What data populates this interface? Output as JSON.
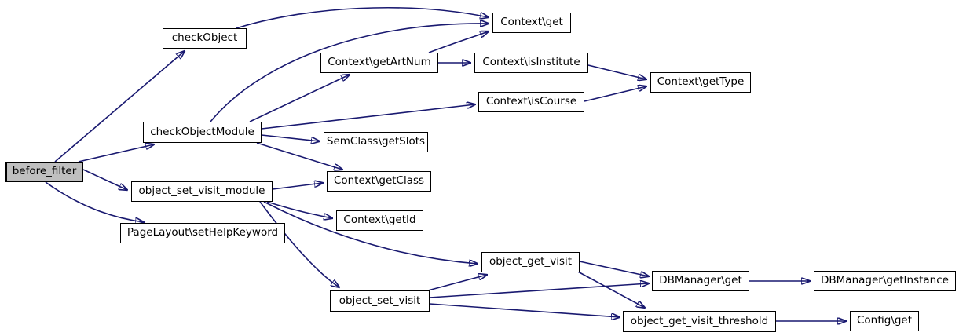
{
  "diagram": {
    "kind": "function-call-graph",
    "background_color": "#ffffff",
    "edge_color": "#191970",
    "node_fill_color": "#ffffff",
    "node_border_color": "#000000",
    "root_node_fill_color": "#bfbfbf"
  },
  "nodes": {
    "before_filter": {
      "label": "before_filter",
      "root": true
    },
    "checkObject": {
      "label": "checkObject"
    },
    "checkObjectModule": {
      "label": "checkObjectModule"
    },
    "object_set_visit_module": {
      "label": "object_set_visit_module"
    },
    "PageLayout_setHelpKeyword": {
      "label": "PageLayout\\setHelpKeyword"
    },
    "Context_get": {
      "label": "Context\\get"
    },
    "Context_getArtNum": {
      "label": "Context\\getArtNum"
    },
    "Context_isInstitute": {
      "label": "Context\\isInstitute"
    },
    "Context_isCourse": {
      "label": "Context\\isCourse"
    },
    "Context_getType": {
      "label": "Context\\getType"
    },
    "SemClass_getSlots": {
      "label": "SemClass\\getSlots"
    },
    "Context_getClass": {
      "label": "Context\\getClass"
    },
    "Context_getId": {
      "label": "Context\\getId"
    },
    "object_get_visit": {
      "label": "object_get_visit"
    },
    "object_set_visit": {
      "label": "object_set_visit"
    },
    "DBManager_get": {
      "label": "DBManager\\get"
    },
    "DBManager_getInstance": {
      "label": "DBManager\\getInstance"
    },
    "object_get_visit_threshold": {
      "label": "object_get_visit_threshold"
    },
    "Config_get": {
      "label": "Config\\get"
    }
  },
  "edges": [
    {
      "from": "before_filter",
      "to": "checkObject"
    },
    {
      "from": "before_filter",
      "to": "checkObjectModule"
    },
    {
      "from": "before_filter",
      "to": "object_set_visit_module"
    },
    {
      "from": "before_filter",
      "to": "PageLayout_setHelpKeyword"
    },
    {
      "from": "checkObject",
      "to": "Context_get"
    },
    {
      "from": "checkObjectModule",
      "to": "Context_get"
    },
    {
      "from": "checkObjectModule",
      "to": "Context_getArtNum"
    },
    {
      "from": "checkObjectModule",
      "to": "Context_isCourse"
    },
    {
      "from": "checkObjectModule",
      "to": "SemClass_getSlots"
    },
    {
      "from": "checkObjectModule",
      "to": "Context_getClass"
    },
    {
      "from": "Context_getArtNum",
      "to": "Context_get"
    },
    {
      "from": "Context_getArtNum",
      "to": "Context_isInstitute"
    },
    {
      "from": "Context_isInstitute",
      "to": "Context_getType"
    },
    {
      "from": "Context_isCourse",
      "to": "Context_getType"
    },
    {
      "from": "object_set_visit_module",
      "to": "Context_getClass"
    },
    {
      "from": "object_set_visit_module",
      "to": "Context_getId"
    },
    {
      "from": "object_set_visit_module",
      "to": "object_get_visit"
    },
    {
      "from": "object_set_visit_module",
      "to": "object_set_visit"
    },
    {
      "from": "object_set_visit",
      "to": "object_get_visit"
    },
    {
      "from": "object_set_visit",
      "to": "DBManager_get"
    },
    {
      "from": "object_set_visit",
      "to": "object_get_visit_threshold"
    },
    {
      "from": "object_get_visit",
      "to": "DBManager_get"
    },
    {
      "from": "object_get_visit",
      "to": "object_get_visit_threshold"
    },
    {
      "from": "DBManager_get",
      "to": "DBManager_getInstance"
    },
    {
      "from": "object_get_visit_threshold",
      "to": "Config_get"
    }
  ]
}
